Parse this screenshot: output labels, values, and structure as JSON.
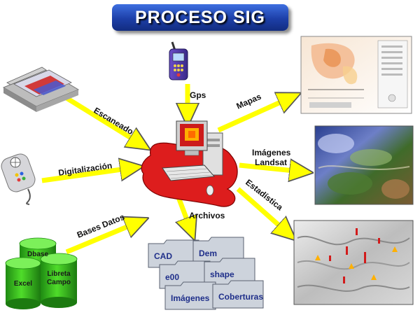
{
  "title": "PROCESO SIG",
  "labels": {
    "escaneado": "Escaneado",
    "gps": "Gps",
    "mapas": "Mapas",
    "digitalizacion": "Digitalización",
    "imagenes_landsat_line1": "Imágenes",
    "imagenes_landsat_line2": "Landsat",
    "estadistica": "Estadística",
    "bases_datos": "Bases Datos",
    "archivos": "Archivos"
  },
  "databases": [
    "Dbase",
    "Excel",
    "Libreta Campo"
  ],
  "folders": [
    "CAD",
    "Dem",
    "e00",
    "shape",
    "Imágenes",
    "Coberturas"
  ],
  "colors": {
    "arrow": "#ffff00",
    "title_bg": "#1d3fa8",
    "blob": "#dd1d1d",
    "cylinder": "#3ec21f",
    "folder": "#cdd3dc",
    "label_text": "#111111",
    "folder_text": "#1f2f8a"
  },
  "icons": {
    "scanner": "scanner-icon",
    "gps": "gps-device-icon",
    "digitizer": "digitizer-mouse-icon",
    "computer": "computer-workstation-icon",
    "map": "paper-map-image",
    "landsat": "satellite-image",
    "relief": "shaded-relief-map-image"
  }
}
